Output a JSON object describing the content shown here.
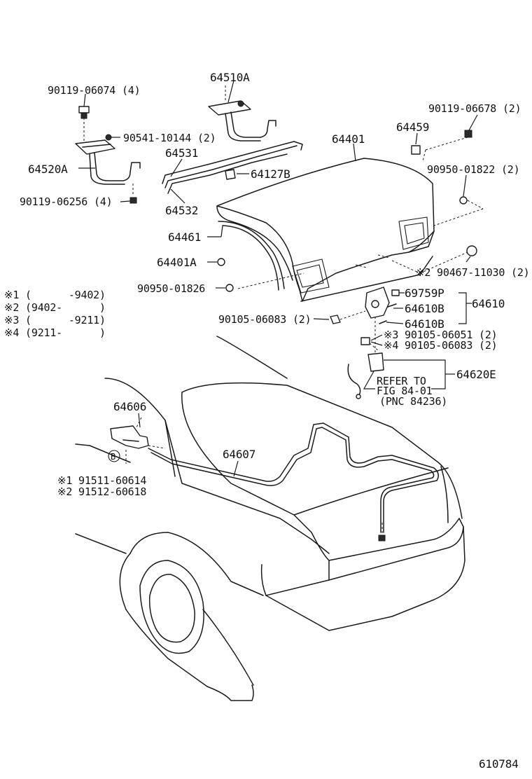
{
  "labels": {
    "p64510A": "64510A",
    "p90119_06074": "90119-06074 (4)",
    "p90541_10144": "90541-10144 (2)",
    "p64531": "64531",
    "p64520A": "64520A",
    "p64127B": "64127B",
    "p90119_06256": "90119-06256 (4)",
    "p64532": "64532",
    "p64401": "64401",
    "p64459": "64459",
    "p90119_06678": "90119-06678 (2)",
    "p90950_01822": "90950-01822 (2)",
    "p64461": "64461",
    "p64401A": "64401A",
    "p90950_01826": "90950-01826",
    "p90467_11030": "※2 90467-11030 (2)",
    "p69759P": "69759P",
    "p64610B_a": "64610B",
    "p64610": "64610",
    "p64610B_b": "64610B",
    "p90105_06083_2": "90105-06083 (2)",
    "p90105_06051": "※3  90105-06051 (2)",
    "p90105_06083_4": "※4  90105-06083 (2)",
    "p64620E": "64620E",
    "refer1": "REFER TO",
    "refer2": "FIG 84-01",
    "refer3": "(PNC 84236)",
    "p64606": "64606",
    "p64607": "64607",
    "circleB": "B",
    "p91511": "※1 91511-60614",
    "p91512": "※2 91512-60618",
    "figno": "610784"
  },
  "legend": [
    "※1 (      -9402)",
    "※2 (9402-      )",
    "※3 (      -9211)",
    "※4 (9211-      )"
  ]
}
